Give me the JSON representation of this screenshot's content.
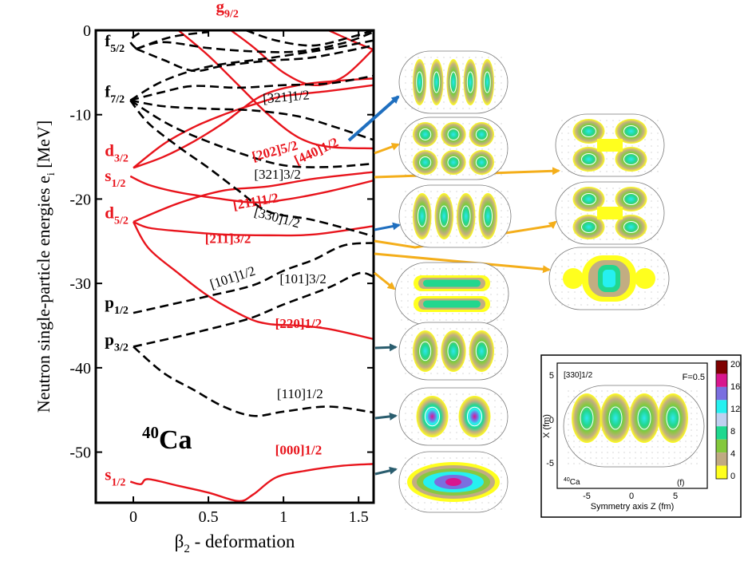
{
  "chart_data": {
    "type": "line",
    "title": "",
    "xlabel_main": "β",
    "xlabel_sub": "2",
    "xlabel_rest": " - deformation",
    "ylabel_main": "Neutron  single-particle  energies  e",
    "ylabel_sub": "i",
    "ylabel_unit": "  [MeV]",
    "xlim": [
      -0.25,
      1.6
    ],
    "ylim": [
      -56,
      0
    ],
    "xticks": [
      {
        "value": 0,
        "label": "0"
      },
      {
        "value": 0.5,
        "label": "0.5"
      },
      {
        "value": 1,
        "label": "1"
      },
      {
        "value": 1.5,
        "label": "1.5"
      }
    ],
    "yticks": [
      {
        "value": 0,
        "label": "0"
      },
      {
        "value": -10,
        "label": "-10"
      },
      {
        "value": -20,
        "label": "-20"
      },
      {
        "value": -30,
        "label": "-30"
      },
      {
        "value": -40,
        "label": "-40"
      },
      {
        "value": -50,
        "label": "-50"
      }
    ],
    "nucleus": {
      "mass": "40",
      "symbol": "Ca"
    },
    "shell_labels": [
      {
        "main": "g",
        "sub": "9/2",
        "color": "red",
        "x": 0.55,
        "y": 2.2
      },
      {
        "main": "f",
        "sub": "5/2",
        "color": "black",
        "x": -0.19,
        "y": -1.9
      },
      {
        "main": "f",
        "sub": "7/2",
        "color": "black",
        "x": -0.19,
        "y": -7.9
      },
      {
        "main": "d",
        "sub": "3/2",
        "color": "red",
        "x": -0.19,
        "y": -14.9
      },
      {
        "main": "s",
        "sub": "1/2",
        "color": "red",
        "x": -0.19,
        "y": -17.9
      },
      {
        "main": "d",
        "sub": "5/2",
        "color": "red",
        "x": -0.19,
        "y": -22.3
      },
      {
        "main": "p",
        "sub": "1/2",
        "color": "black",
        "x": -0.19,
        "y": -32.9
      },
      {
        "main": "p",
        "sub": "3/2",
        "color": "black",
        "x": -0.19,
        "y": -37.3
      },
      {
        "main": "s",
        "sub": "1/2",
        "color": "red",
        "x": -0.19,
        "y": -53.3
      }
    ],
    "nilsson_labels": [
      {
        "text": "[321]1/2",
        "color": "black",
        "x": 1.02,
        "y": -8.4,
        "rot": -5
      },
      {
        "text": "[202]5/2",
        "color": "red",
        "x": 0.95,
        "y": -14.8,
        "rot": -15
      },
      {
        "text": "[440]1/2",
        "color": "red",
        "x": 1.23,
        "y": -14.8,
        "rot": -25
      },
      {
        "text": "[321]3/2",
        "color": "black",
        "x": 0.96,
        "y": -17.6,
        "rot": 0
      },
      {
        "text": "[211]1/2",
        "color": "red",
        "x": 0.82,
        "y": -20.8,
        "rot": -10
      },
      {
        "text": "[330]1/2",
        "color": "black",
        "x": 0.95,
        "y": -22.7,
        "rot": 15
      },
      {
        "text": "[211]3/2",
        "color": "red",
        "x": 0.63,
        "y": -25.2,
        "rot": 0
      },
      {
        "text": "[101]1/2",
        "color": "black",
        "x": 0.67,
        "y": -29.8,
        "rot": -18
      },
      {
        "text": "[101]3/2",
        "color": "black",
        "x": 1.13,
        "y": -30.0,
        "rot": 0
      },
      {
        "text": "[220]1/2",
        "color": "red",
        "x": 1.1,
        "y": -35.3,
        "rot": 0
      },
      {
        "text": "[110]1/2",
        "color": "black",
        "x": 1.11,
        "y": -43.6,
        "rot": 0
      },
      {
        "text": "[000]1/2",
        "color": "red",
        "x": 1.1,
        "y": -50.3,
        "rot": 0
      }
    ],
    "series": [
      {
        "color": "red",
        "dash": false,
        "points": [
          [
            -0.02,
            -53.5
          ],
          [
            0.05,
            -53.8
          ],
          [
            0.1,
            -53.2
          ],
          [
            0.3,
            -54
          ],
          [
            0.5,
            -54.8
          ],
          [
            0.7,
            -55.8
          ],
          [
            0.8,
            -55
          ],
          [
            0.95,
            -53
          ],
          [
            1.15,
            -52.2
          ],
          [
            1.4,
            -51.6
          ],
          [
            1.6,
            -51.4
          ]
        ]
      },
      {
        "color": "red",
        "dash": false,
        "points": [
          [
            0,
            -22.7
          ],
          [
            0.1,
            -25.8
          ],
          [
            0.3,
            -28.8
          ],
          [
            0.5,
            -31.5
          ],
          [
            0.75,
            -34
          ],
          [
            0.9,
            -34.8
          ],
          [
            1.1,
            -35
          ],
          [
            1.3,
            -35.4
          ],
          [
            1.6,
            -36.6
          ]
        ]
      },
      {
        "color": "red",
        "dash": false,
        "points": [
          [
            0,
            -22.7
          ],
          [
            0.1,
            -23.4
          ],
          [
            0.3,
            -23.8
          ],
          [
            0.6,
            -24.2
          ],
          [
            0.9,
            -24.3
          ],
          [
            1.2,
            -24.2
          ],
          [
            1.6,
            -23.2
          ]
        ]
      },
      {
        "color": "red",
        "dash": false,
        "points": [
          [
            0,
            -22.7
          ],
          [
            0.3,
            -20.5
          ],
          [
            0.6,
            -19
          ],
          [
            0.9,
            -18.5
          ],
          [
            1.2,
            -17.6
          ],
          [
            1.6,
            -16.8
          ]
        ]
      },
      {
        "color": "red",
        "dash": false,
        "points": [
          [
            -0.02,
            -17.3
          ],
          [
            0.1,
            -18.3
          ],
          [
            0.3,
            -19.2
          ],
          [
            0.55,
            -19.9
          ],
          [
            0.8,
            -20.4
          ],
          [
            1.0,
            -20.1
          ],
          [
            1.3,
            -19.1
          ],
          [
            1.6,
            -17.8
          ]
        ]
      },
      {
        "color": "red",
        "dash": false,
        "points": [
          [
            0,
            -16.3
          ],
          [
            0.2,
            -15
          ],
          [
            0.4,
            -13.2
          ],
          [
            0.6,
            -11
          ],
          [
            0.85,
            -7.8
          ],
          [
            1.1,
            -6.5
          ],
          [
            1.35,
            -6
          ],
          [
            1.6,
            -5.7
          ]
        ]
      },
      {
        "color": "red",
        "dash": false,
        "points": [
          [
            0,
            -16.3
          ],
          [
            0.2,
            -13.5
          ],
          [
            0.4,
            -11.5
          ],
          [
            0.6,
            -10
          ],
          [
            0.8,
            -8.8
          ],
          [
            1.0,
            -7.8
          ],
          [
            1.3,
            -7.2
          ],
          [
            1.6,
            -6.5
          ]
        ]
      },
      {
        "color": "red",
        "dash": false,
        "points": [
          [
            0.3,
            0
          ],
          [
            0.5,
            -3
          ],
          [
            0.7,
            -6.5
          ],
          [
            0.9,
            -10
          ],
          [
            1.1,
            -12.7
          ],
          [
            1.3,
            -13.8
          ],
          [
            1.6,
            -14
          ]
        ]
      },
      {
        "color": "red",
        "dash": false,
        "points": [
          [
            0.65,
            0
          ],
          [
            0.8,
            -2
          ],
          [
            1.0,
            -5
          ],
          [
            1.2,
            -6.5
          ],
          [
            1.4,
            -5.5
          ],
          [
            1.6,
            -2.2
          ]
        ]
      },
      {
        "color": "red",
        "dash": false,
        "points": [
          [
            1.3,
            0
          ],
          [
            1.45,
            -1.2
          ],
          [
            1.6,
            -2.3
          ]
        ]
      },
      {
        "color": "black",
        "dash": true,
        "points": [
          [
            0,
            -37.5
          ],
          [
            0.3,
            -36.3
          ],
          [
            0.6,
            -35
          ],
          [
            0.8,
            -34
          ],
          [
            1.0,
            -32.5
          ],
          [
            1.3,
            -30.5
          ],
          [
            1.5,
            -28.8
          ],
          [
            1.6,
            -29.2
          ]
        ]
      },
      {
        "color": "black",
        "dash": true,
        "points": [
          [
            0,
            -37.5
          ],
          [
            0.2,
            -40.6
          ],
          [
            0.4,
            -42.6
          ],
          [
            0.6,
            -44.6
          ],
          [
            0.8,
            -45.7
          ],
          [
            1.0,
            -45.2
          ],
          [
            1.3,
            -44.6
          ],
          [
            1.6,
            -45.3
          ]
        ]
      },
      {
        "color": "black",
        "dash": true,
        "points": [
          [
            0,
            -33.5
          ],
          [
            0.3,
            -32.3
          ],
          [
            0.5,
            -31.5
          ],
          [
            0.8,
            -30.2
          ],
          [
            1.0,
            -28.5
          ],
          [
            1.2,
            -27.2
          ],
          [
            1.4,
            -25.5
          ],
          [
            1.6,
            -25.2
          ]
        ]
      },
      {
        "color": "black",
        "dash": true,
        "points": [
          [
            -0.02,
            -8.3
          ],
          [
            0.1,
            -11
          ],
          [
            0.3,
            -13.8
          ],
          [
            0.5,
            -16.3
          ],
          [
            0.7,
            -19
          ],
          [
            0.9,
            -21.5
          ],
          [
            1.2,
            -22.5
          ],
          [
            1.6,
            -24.4
          ]
        ]
      },
      {
        "color": "black",
        "dash": true,
        "points": [
          [
            -0.02,
            -8.3
          ],
          [
            0.2,
            -10.8
          ],
          [
            0.4,
            -12.5
          ],
          [
            0.7,
            -14.5
          ],
          [
            1.0,
            -16
          ],
          [
            1.3,
            -16.2
          ],
          [
            1.6,
            -15.8
          ]
        ]
      },
      {
        "color": "black",
        "dash": true,
        "points": [
          [
            -0.02,
            -8.3
          ],
          [
            0.2,
            -9
          ],
          [
            0.5,
            -9.3
          ],
          [
            0.8,
            -9.5
          ],
          [
            1.1,
            -10.2
          ],
          [
            1.35,
            -11.5
          ],
          [
            1.6,
            -13
          ]
        ]
      },
      {
        "color": "black",
        "dash": true,
        "points": [
          [
            -0.02,
            -8.3
          ],
          [
            0.2,
            -7.3
          ],
          [
            0.4,
            -6.6
          ],
          [
            0.7,
            -6.8
          ],
          [
            1.0,
            -6.5
          ],
          [
            1.3,
            -6.3
          ],
          [
            1.6,
            -5.4
          ]
        ]
      },
      {
        "color": "black",
        "dash": true,
        "points": [
          [
            -0.02,
            -8.3
          ],
          [
            0.2,
            -6
          ],
          [
            0.5,
            -4.3
          ],
          [
            0.9,
            -3.3
          ],
          [
            1.3,
            -2.2
          ],
          [
            1.6,
            -1.2
          ]
        ]
      },
      {
        "color": "black",
        "dash": true,
        "points": [
          [
            0.02,
            -2.2
          ],
          [
            0.2,
            -3.5
          ],
          [
            0.4,
            -4.8
          ],
          [
            0.6,
            -4.2
          ],
          [
            0.9,
            -3.6
          ],
          [
            1.2,
            -3.2
          ],
          [
            1.6,
            -1.8
          ]
        ]
      },
      {
        "color": "black",
        "dash": true,
        "points": [
          [
            0.02,
            -2.2
          ],
          [
            0.2,
            -1.4
          ],
          [
            0.5,
            -2.1
          ],
          [
            0.8,
            -2.5
          ],
          [
            1.1,
            -2.5
          ],
          [
            1.4,
            -1.5
          ],
          [
            1.6,
            -0.2
          ]
        ]
      },
      {
        "color": "black",
        "dash": true,
        "points": [
          [
            0.02,
            -2.2
          ],
          [
            0.25,
            -0.8
          ],
          [
            0.5,
            -0.2
          ]
        ]
      },
      {
        "color": "black",
        "dash": true,
        "points": [
          [
            0.02,
            -2.2
          ],
          [
            -0.02,
            -1.2
          ],
          [
            0.05,
            -0.2
          ]
        ]
      },
      {
        "color": "black",
        "dash": true,
        "points": [
          [
            0.75,
            0
          ],
          [
            0.95,
            -1.2
          ],
          [
            1.2,
            -1.8
          ],
          [
            1.45,
            -0.8
          ],
          [
            1.6,
            0
          ]
        ]
      }
    ],
    "density_panels": [
      {
        "id": "p1",
        "lobes": 5,
        "rows": 1,
        "w": 136,
        "h": 78
      },
      {
        "id": "p2",
        "lobes": 3,
        "rows": 2,
        "w": 136,
        "h": 78
      },
      {
        "id": "p3",
        "lobes": 4,
        "rows": 1,
        "w": 140,
        "h": 78
      },
      {
        "id": "p4",
        "lobes": 2,
        "rows": 2,
        "w": 136,
        "h": 78,
        "merged": true
      },
      {
        "id": "p5",
        "lobes": 2,
        "rows": 2,
        "w": 136,
        "h": 78,
        "merged": true
      },
      {
        "id": "p6",
        "lobes": 1,
        "rows": 2,
        "w": 142,
        "h": 78,
        "bar": true
      },
      {
        "id": "p7",
        "lobes": 1,
        "rows": 1,
        "w": 150,
        "h": 78,
        "complex": true
      },
      {
        "id": "p8",
        "lobes": 3,
        "rows": 1,
        "w": 136,
        "h": 72
      },
      {
        "id": "p9",
        "lobes": 2,
        "rows": 1,
        "w": 136,
        "h": 72
      },
      {
        "id": "p10",
        "lobes": 1,
        "rows": 1,
        "w": 136,
        "h": 76,
        "single": true
      }
    ],
    "inset": {
      "orbital": "[330]1/2",
      "param": "F=0.5",
      "nucleus_mass": "40",
      "nucleus_symbol": "Ca",
      "panel_tag": "(f)",
      "xlabel": "Symmetry axis Z (fm)",
      "ylabel": "X (fm)",
      "xticks": [
        "-5",
        "0",
        "5"
      ],
      "yticks": [
        "5",
        "0",
        "-5"
      ],
      "colorbar_ticks": [
        "20",
        "16",
        "12",
        "8",
        "4",
        "0"
      ],
      "colorbar_colors": [
        "#7f0000",
        "#d8168e",
        "#7a6fe0",
        "#26f0f0",
        "#bfd0f0",
        "#1fd88f",
        "#84c83c",
        "#c0aa82",
        "#ffff1e"
      ]
    },
    "arrow_colors": {
      "blue": "#1f6fbf",
      "orange": "#f4ae1a",
      "teal": "#2a5d6e"
    }
  }
}
